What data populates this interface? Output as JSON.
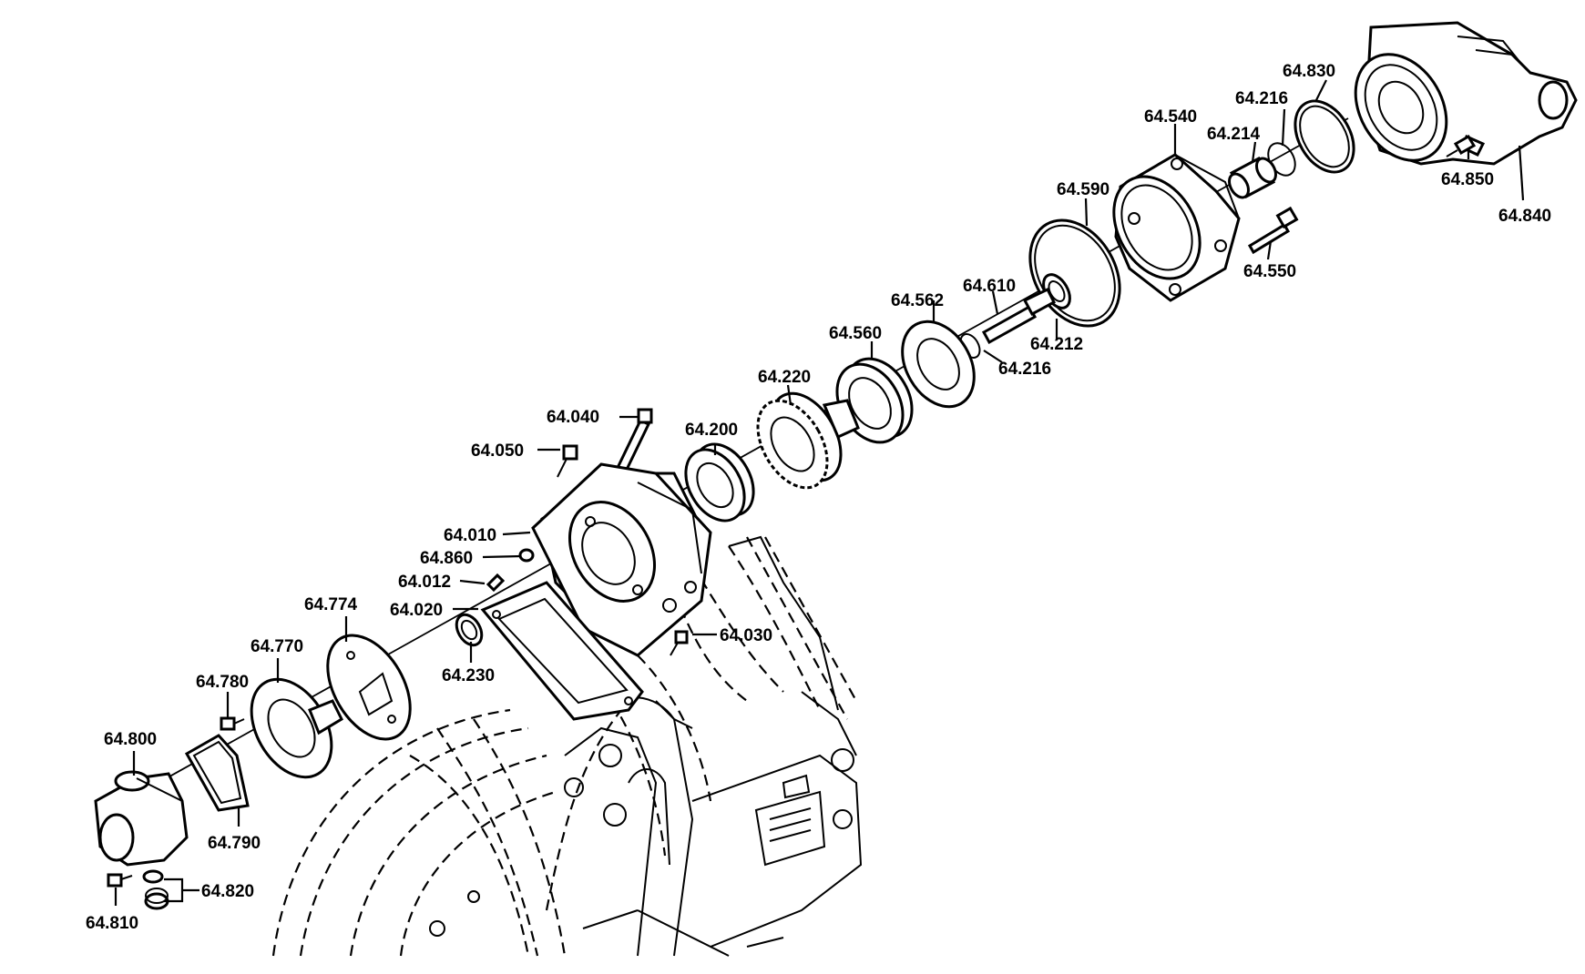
{
  "diagram": {
    "labels": [
      {
        "id": "p64_830",
        "text": "64.830"
      },
      {
        "id": "p64_216a",
        "text": "64.216"
      },
      {
        "id": "p64_540",
        "text": "64.540"
      },
      {
        "id": "p64_214",
        "text": "64.214"
      },
      {
        "id": "p64_850",
        "text": "64.850"
      },
      {
        "id": "p64_840",
        "text": "64.840"
      },
      {
        "id": "p64_590",
        "text": "64.590"
      },
      {
        "id": "p64_550",
        "text": "64.550"
      },
      {
        "id": "p64_562",
        "text": "64.562"
      },
      {
        "id": "p64_610",
        "text": "64.610"
      },
      {
        "id": "p64_212",
        "text": "64.212"
      },
      {
        "id": "p64_560",
        "text": "64.560"
      },
      {
        "id": "p64_216b",
        "text": "64.216"
      },
      {
        "id": "p64_220",
        "text": "64.220"
      },
      {
        "id": "p64_040",
        "text": "64.040"
      },
      {
        "id": "p64_200",
        "text": "64.200"
      },
      {
        "id": "p64_050",
        "text": "64.050"
      },
      {
        "id": "p64_010",
        "text": "64.010"
      },
      {
        "id": "p64_860",
        "text": "64.860"
      },
      {
        "id": "p64_012",
        "text": "64.012"
      },
      {
        "id": "p64_774",
        "text": "64.774"
      },
      {
        "id": "p64_020",
        "text": "64.020"
      },
      {
        "id": "p64_030",
        "text": "64.030"
      },
      {
        "id": "p64_770",
        "text": "64.770"
      },
      {
        "id": "p64_230",
        "text": "64.230"
      },
      {
        "id": "p64_780",
        "text": "64.780"
      },
      {
        "id": "p64_800",
        "text": "64.800"
      },
      {
        "id": "p64_790",
        "text": "64.790"
      },
      {
        "id": "p64_820",
        "text": "64.820"
      },
      {
        "id": "p64_810",
        "text": "64.810"
      }
    ]
  }
}
